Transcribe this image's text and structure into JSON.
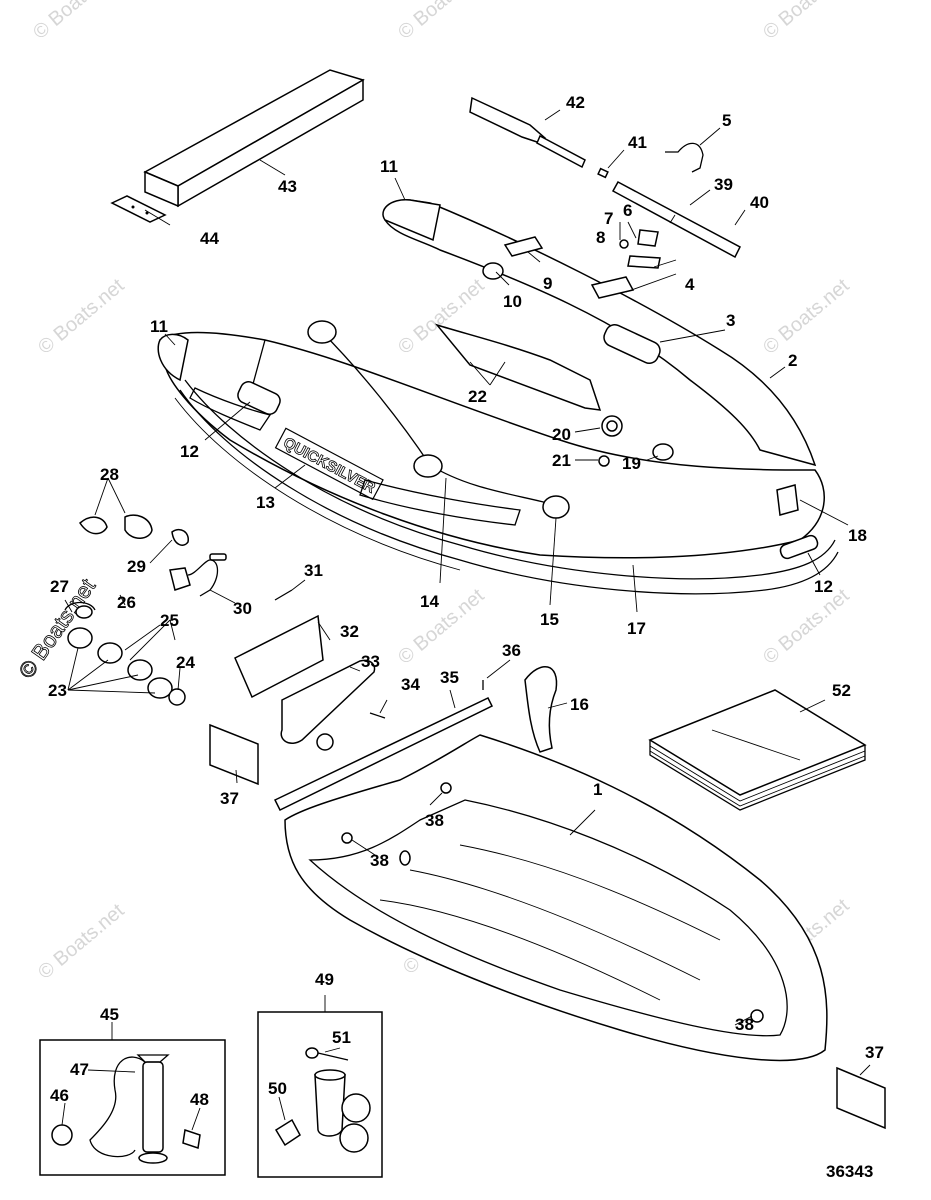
{
  "figure_number": "36343",
  "watermark": "© Boats.net",
  "brand_text": "QUICKSILVER",
  "callouts": [
    "1",
    "2",
    "3",
    "4",
    "5",
    "6",
    "7",
    "8",
    "9",
    "10",
    "11",
    "12",
    "13",
    "14",
    "15",
    "16",
    "17",
    "18",
    "19",
    "20",
    "21",
    "22",
    "23",
    "24",
    "25",
    "26",
    "27",
    "28",
    "29",
    "30",
    "31",
    "32",
    "33",
    "34",
    "35",
    "36",
    "37",
    "38",
    "39",
    "40",
    "41",
    "42",
    "43",
    "44",
    "45",
    "46",
    "47",
    "48",
    "49",
    "50",
    "51",
    "52"
  ]
}
